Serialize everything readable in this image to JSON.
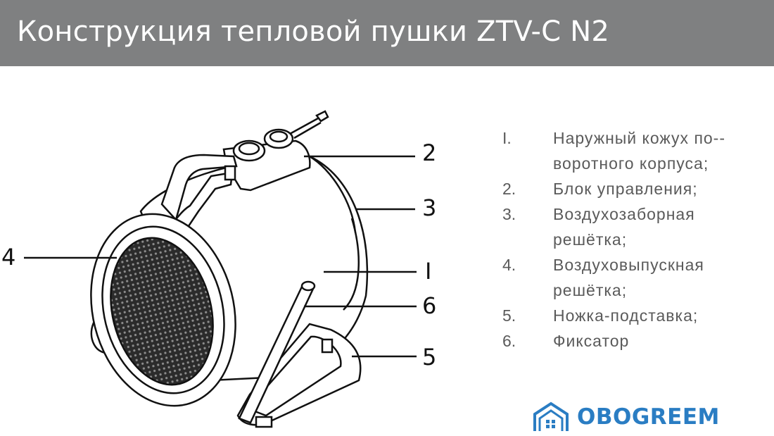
{
  "header": {
    "title": "Конструкция тепловой пушки ZTV-C N2"
  },
  "callouts": [
    {
      "num": "1",
      "label": "I"
    },
    {
      "num": "2",
      "label": "2"
    },
    {
      "num": "3",
      "label": "3"
    },
    {
      "num": "4",
      "label": "4"
    },
    {
      "num": "5",
      "label": "5"
    },
    {
      "num": "6",
      "label": "6"
    }
  ],
  "legend": [
    {
      "num": "I.",
      "text": "Наружный кожух по-­воротного корпуса;"
    },
    {
      "num": "2.",
      "text": "Блок управления;"
    },
    {
      "num": "3.",
      "text": "Воздухозаборная решётка;"
    },
    {
      "num": "4.",
      "text": "Воздуховыпускная решётка;"
    },
    {
      "num": "5.",
      "text": "Ножка-подставка;"
    },
    {
      "num": "6.",
      "text": "Фиксатор"
    }
  ],
  "logo": {
    "text": "OBOGREEM",
    "color": "#2a7dc3",
    "icon": "house-icon"
  }
}
